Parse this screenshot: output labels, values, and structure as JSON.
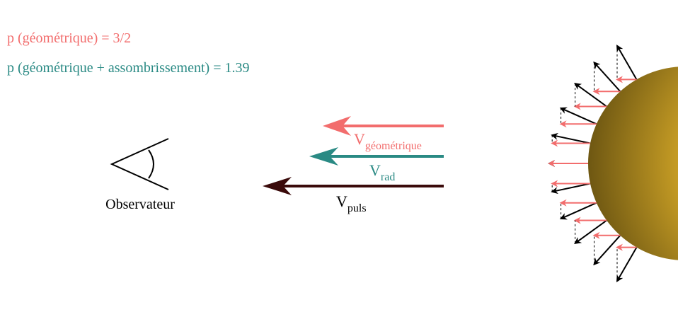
{
  "legend": {
    "geometric": "p (géométrique) = 3/2",
    "darkening": "p (géométrique + assombrissement) = 1.39"
  },
  "observer": {
    "label": "Observateur",
    "icon": "eye-icon"
  },
  "velocities": {
    "geometric": {
      "main": "V",
      "sub": "géométrique"
    },
    "radial": {
      "main": "V",
      "sub": "rad"
    },
    "pulsation": {
      "main": "V",
      "sub": "puls"
    }
  },
  "colors": {
    "geometric": "#f26d6d",
    "darkening": "#2a8a84",
    "pulsation": "#3a0a0a",
    "star_light": "#f7c52e",
    "star_dark": "#6e5712",
    "vectors": "#000000"
  }
}
